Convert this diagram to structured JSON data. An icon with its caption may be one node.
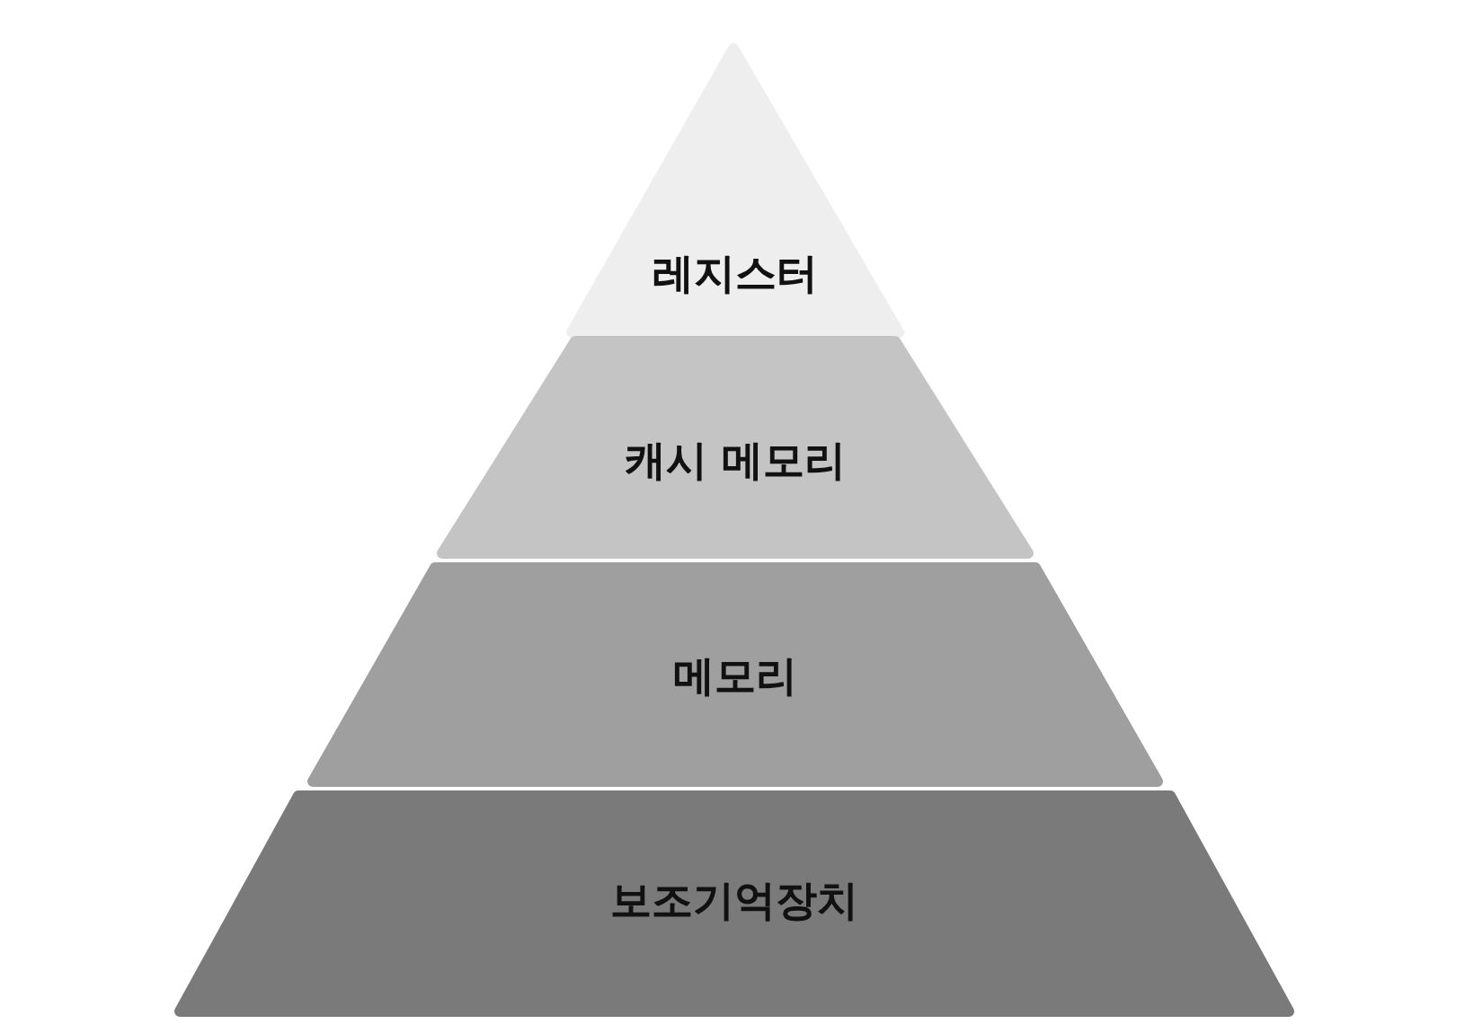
{
  "diagram": {
    "nodes": [
      {
        "text": [
          "레지스터"
        ]
      },
      {
        "text": [
          "캐시 메모리"
        ]
      },
      {
        "text": [
          "메모리"
        ]
      },
      {
        "text": [
          "보조기억장치"
        ]
      }
    ]
  }
}
